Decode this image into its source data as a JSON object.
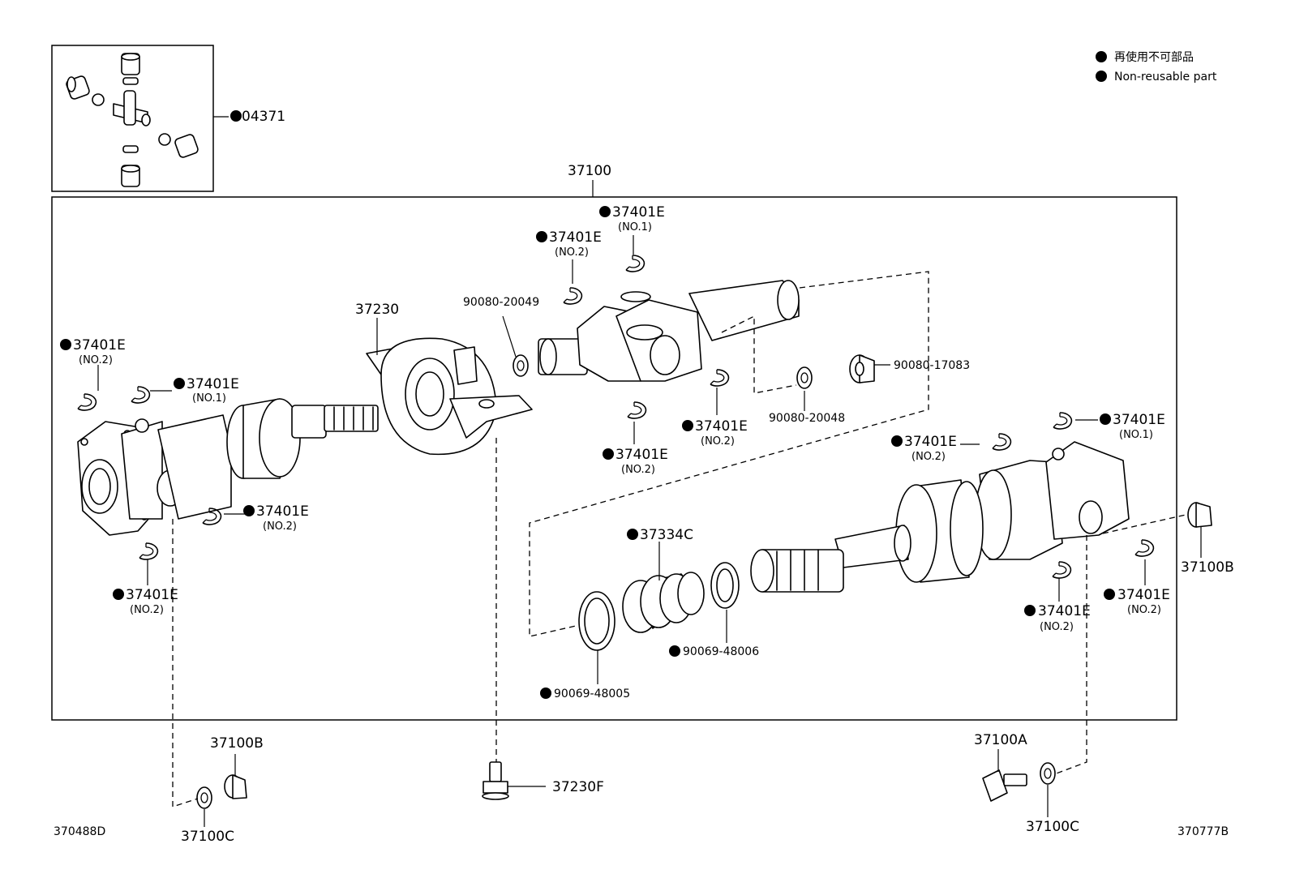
{
  "legend": {
    "jp": "再使用不可部品",
    "en": "Non-reusable part"
  },
  "codes": {
    "left": "370488D",
    "right": "370777B"
  },
  "parts": {
    "p04371": "04371",
    "p37100": "37100",
    "p37230": "37230",
    "p37401E": "37401E",
    "no1": "(NO.1)",
    "no2": "(NO.2)",
    "p90080_20049": "90080-20049",
    "p90080_17083": "90080-17083",
    "p90080_20048": "90080-20048",
    "p37334C": "37334C",
    "p90069_48006": "90069-48006",
    "p90069_48005": "90069-48005",
    "p37100B": "37100B",
    "p37100C": "37100C",
    "p37100A": "37100A",
    "p37230F": "37230F"
  }
}
